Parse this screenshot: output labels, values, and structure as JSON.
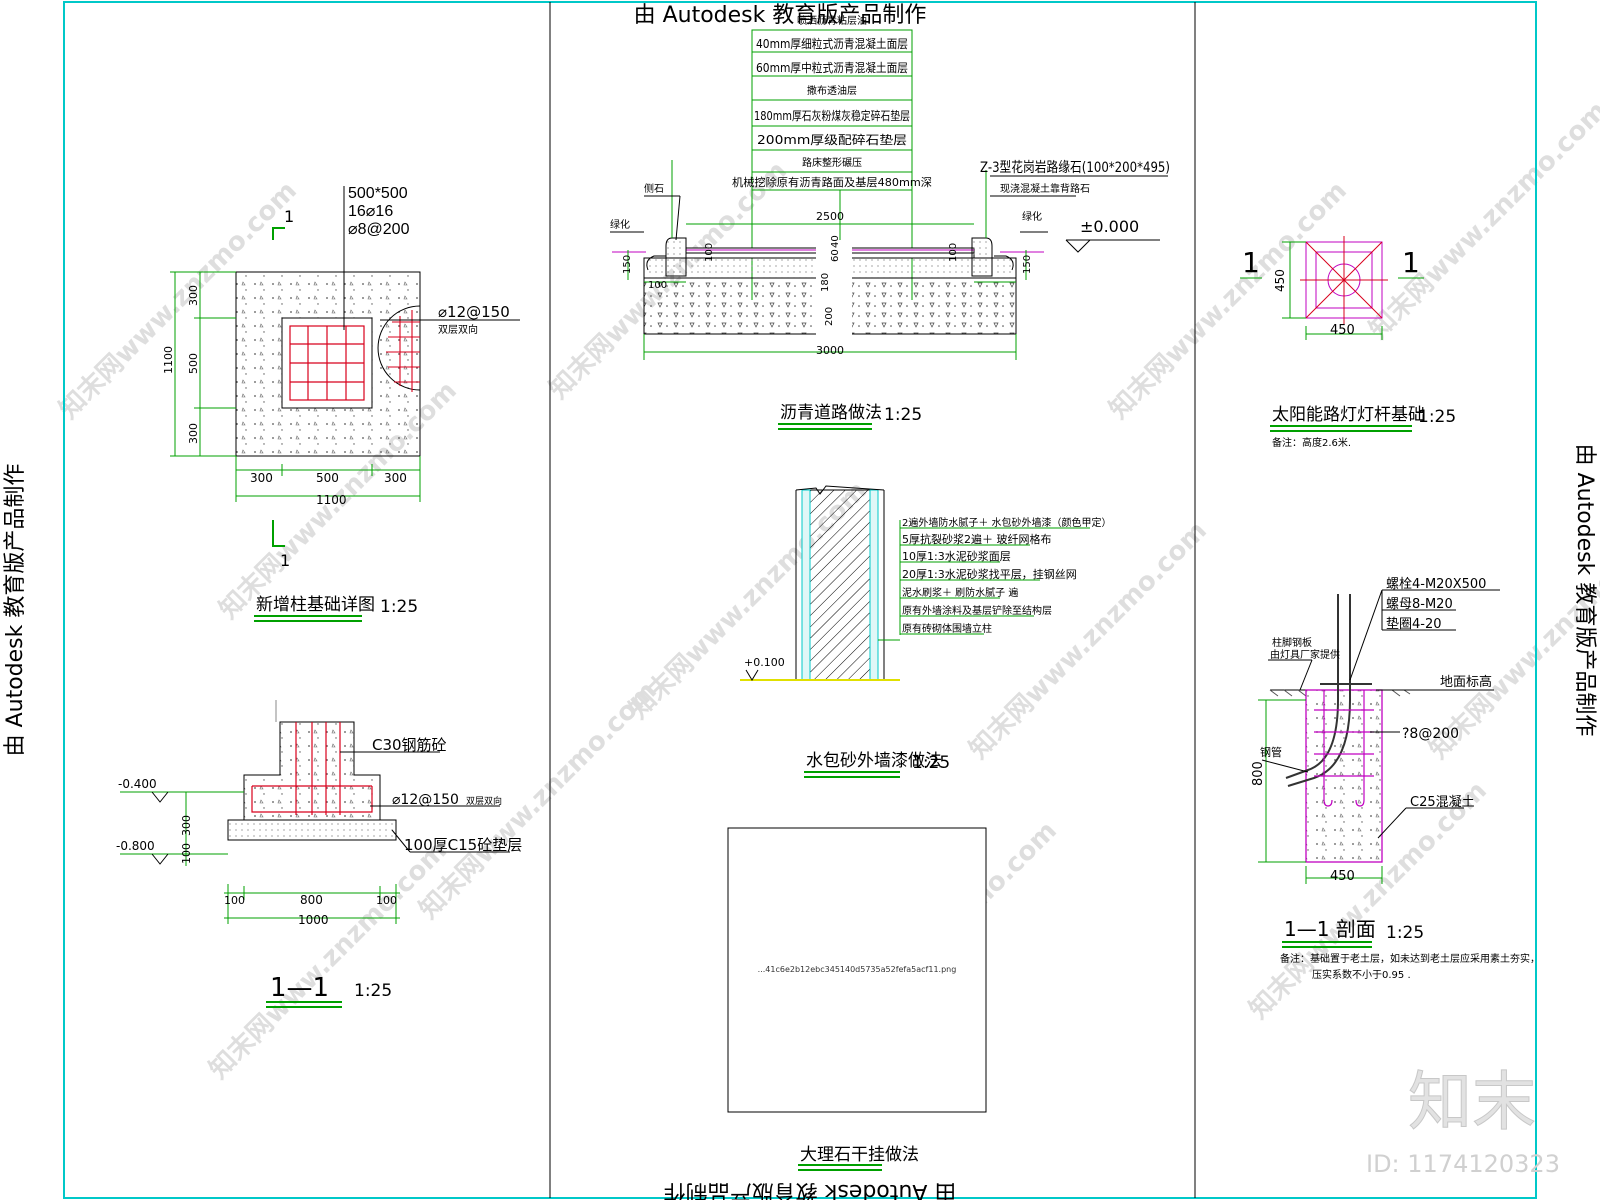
{
  "colors": {
    "border": "#00c8c8",
    "line": "#000000",
    "rebar": "#d8001c",
    "accent": "#00a000",
    "magenta": "#c000c0",
    "watermark": "#d8d8d8"
  },
  "banner": {
    "top": "由 Autodesk 教育版产品制作",
    "bottom": "由 Autodesk 教育版产品制作",
    "left": "由 Autodesk 教育版产品制作",
    "right": "由 Autodesk 教育版产品制作"
  },
  "watermark": {
    "text": "知末网www.znzmo.com",
    "logo": "知末",
    "id": "ID: 1174120323"
  },
  "column_footing": {
    "title": "新增柱基础详图",
    "scale": "1:25",
    "section_mark": "1",
    "column_spec": [
      "500*500",
      "16⌀16",
      "⌀8@200"
    ],
    "mat_rebar": "⌀12@150",
    "mat_note": "双层双向",
    "dims_v": [
      "300",
      "500",
      "300"
    ],
    "dims_v_total": "1100",
    "dims_h": [
      "300",
      "500",
      "300"
    ],
    "dims_h_total": "1100"
  },
  "footing_section": {
    "title": "1—1",
    "scale": "1:25",
    "concrete": "C30钢筋砼",
    "rebar": "⌀12@150",
    "rebar_note": "双层双向",
    "cushion": "100厚C15砼垫层",
    "level_top": "-0.400",
    "level_bottom": "-0.800",
    "dims_v": [
      "300",
      "100"
    ],
    "dims_h": [
      "100",
      "800",
      "100"
    ],
    "dims_h_total": "1000"
  },
  "road": {
    "title": "沥青道路做法",
    "scale": "1:25",
    "layers": [
      "喷洒沥青粘层油",
      "40mm厚细粒式沥青混凝土面层",
      "60mm厚中粒式沥青混凝土面层",
      "撒布透油层",
      "180mm厚石灰粉煤灰稳定碎石垫层",
      "200mm厚级配碎石垫层",
      "路床整形碾压",
      "机械挖除原有沥青路面及基层480mm深"
    ],
    "curb": "Z-3型花岗岩路缘石(100*200*495)",
    "curb_note": "现浇混凝土靠背路石",
    "gutter": "侧石",
    "green_left": "绿化",
    "green_right": "绿化",
    "level": "±0.000",
    "width": "2500",
    "total": "3000",
    "dims_depth": [
      "60",
      "40",
      "180",
      "200"
    ],
    "dims_curb": [
      "100",
      "100"
    ],
    "dims_side": [
      "150",
      "100",
      "150"
    ]
  },
  "wall": {
    "title": "水包砂外墙漆做法",
    "scale": "1:25",
    "layers": [
      "2遍外墙防水腻子＋ 水包砂外墙漆（颜色甲定）",
      "5厚抗裂砂浆2遍＋ 玻纤网格布",
      "10厚1:3水泥砂浆面层",
      "20厚1:3水泥砂浆找平层，挂钢丝网",
      "泥水刷浆＋ 刷防水腻子 遍",
      "原有外墙涂料及基层铲除至结构层",
      "原有砖砌体围墙立柱"
    ],
    "level": "+0.100"
  },
  "marble": {
    "title": "大理石干挂做法",
    "placeholder": "...41c6e2b12ebc345140d5735a52fefa5acf11.png"
  },
  "solar_plan": {
    "title": "太阳能路灯灯杆基础",
    "scale": "1:25",
    "note": "备注：高度2.6米.",
    "section_mark": "1",
    "dim_v": "450",
    "dim_h": "450"
  },
  "solar_section": {
    "title": "1—1 剖面",
    "scale": "1:25",
    "bolts": [
      "螺栓4-M20X500",
      "螺母8-M20",
      "垫圈4-20"
    ],
    "plate": [
      "柱脚钢板",
      "由灯具厂家提供"
    ],
    "ground": "地面标高",
    "pipe": "钢管",
    "stirrup": "?8@200",
    "concrete": "C25混凝土",
    "depth": "800",
    "width": "450",
    "note": [
      "备注：基础置于老土层，如未达到老土层应采用素土夯实，",
      "压实系数不小于0.95 ."
    ]
  }
}
